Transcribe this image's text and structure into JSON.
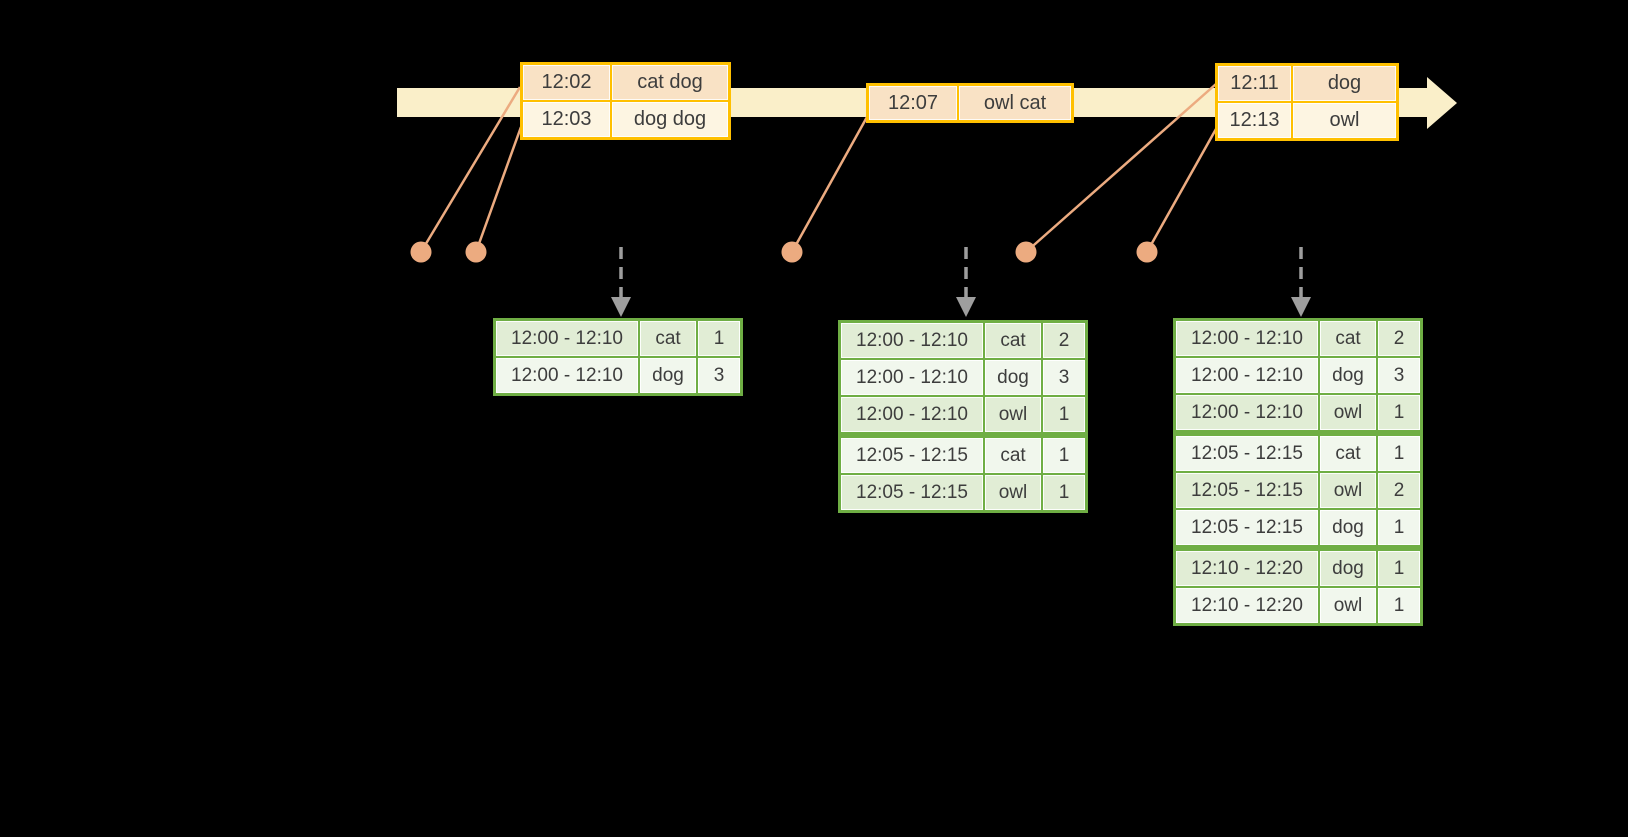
{
  "colors": {
    "background": "#000000",
    "timeline_fill": "#FAEFC9",
    "event_border": "#FFC000",
    "event_row_dark": "#F9E2C5",
    "event_row_light": "#FDF5E2",
    "connector": "#ECAB80",
    "result_border": "#6FAE44",
    "result_row_dark": "#E1EDD5",
    "result_row_light": "#F1F7ED",
    "trigger_arrow": "#9E9E9E",
    "text": "#3D3D3D"
  },
  "event_tables": [
    {
      "name": "events-batch-1",
      "rows": [
        {
          "time": "12:02",
          "words": "cat dog"
        },
        {
          "time": "12:03",
          "words": "dog dog"
        }
      ]
    },
    {
      "name": "events-batch-2",
      "rows": [
        {
          "time": "12:07",
          "words": "owl cat"
        }
      ]
    },
    {
      "name": "events-batch-3",
      "rows": [
        {
          "time": "12:11",
          "words": "dog"
        },
        {
          "time": "12:13",
          "words": "owl"
        }
      ]
    }
  ],
  "result_tables": [
    {
      "name": "result-table-1",
      "group_breaks": [],
      "rows": [
        {
          "window": "12:00 - 12:10",
          "word": "cat",
          "count": "1"
        },
        {
          "window": "12:00 - 12:10",
          "word": "dog",
          "count": "3"
        }
      ]
    },
    {
      "name": "result-table-2",
      "group_breaks": [
        3
      ],
      "rows": [
        {
          "window": "12:00 - 12:10",
          "word": "cat",
          "count": "2"
        },
        {
          "window": "12:00 - 12:10",
          "word": "dog",
          "count": "3"
        },
        {
          "window": "12:00 - 12:10",
          "word": "owl",
          "count": "1"
        },
        {
          "window": "12:05 - 12:15",
          "word": "cat",
          "count": "1"
        },
        {
          "window": "12:05 - 12:15",
          "word": "owl",
          "count": "1"
        }
      ]
    },
    {
      "name": "result-table-3",
      "group_breaks": [
        3,
        6
      ],
      "rows": [
        {
          "window": "12:00 - 12:10",
          "word": "cat",
          "count": "2"
        },
        {
          "window": "12:00 - 12:10",
          "word": "dog",
          "count": "3"
        },
        {
          "window": "12:00 - 12:10",
          "word": "owl",
          "count": "1"
        },
        {
          "window": "12:05 - 12:15",
          "word": "cat",
          "count": "1"
        },
        {
          "window": "12:05 - 12:15",
          "word": "owl",
          "count": "2"
        },
        {
          "window": "12:05 - 12:15",
          "word": "dog",
          "count": "1"
        },
        {
          "window": "12:10 - 12:20",
          "word": "dog",
          "count": "1"
        },
        {
          "window": "12:10 - 12:20",
          "word": "owl",
          "count": "1"
        }
      ]
    }
  ]
}
